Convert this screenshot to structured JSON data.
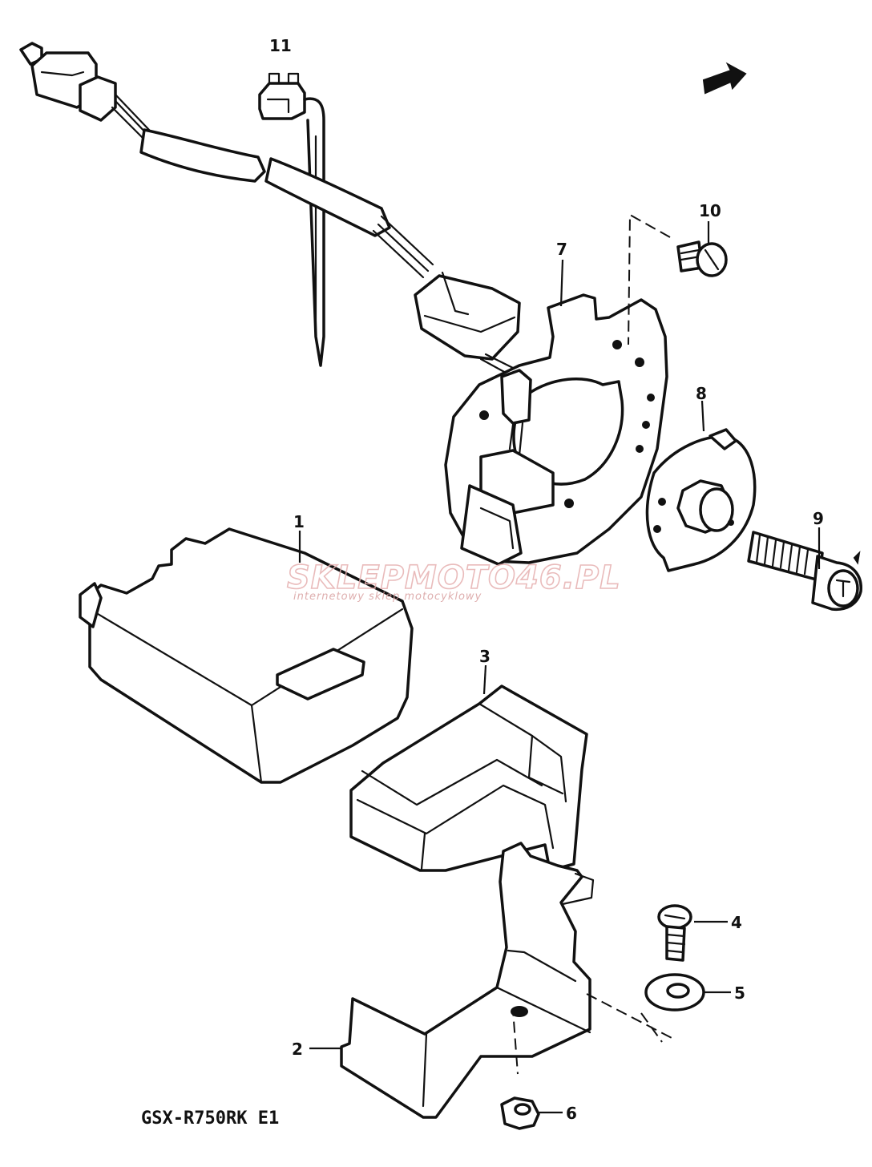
{
  "diagram": {
    "model_code": "GSX-R750RK E1",
    "callouts": {
      "n1": "1",
      "n2": "2",
      "n3": "3",
      "n4": "4",
      "n5": "5",
      "n6": "6",
      "n7": "7",
      "n8": "8",
      "n9": "9",
      "n10": "10",
      "n11": "11"
    }
  },
  "watermark": {
    "brand_a": "SKLEPMOTO",
    "brand_b": "46",
    "brand_c": ".PL",
    "tagline": "internetowy sklep motocyklowy",
    "color": "#e6b0b0"
  }
}
